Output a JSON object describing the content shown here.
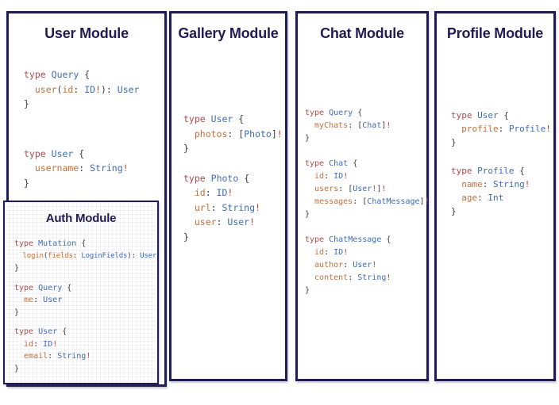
{
  "colors": {
    "navy": "#201c55",
    "keyword": "#b04a4e",
    "type_name": "#3f6cba",
    "field": "#c0713c",
    "bang": "#c44233",
    "punct": "#3d3d3d"
  },
  "panels": [
    {
      "title": "User Module",
      "blocks": [
        {
          "lines": [
            {
              "tokens": [
                [
                  "type",
                  "k"
                ],
                [
                  " ",
                  "p"
                ],
                [
                  "Query",
                  "t"
                ],
                [
                  " {",
                  "p"
                ]
              ]
            },
            {
              "tokens": [
                [
                  "  user",
                  "f"
                ],
                [
                  "(",
                  "p"
                ],
                [
                  "id",
                  "f"
                ],
                [
                  ": ",
                  "p"
                ],
                [
                  "ID",
                  "t"
                ],
                [
                  "!",
                  "b"
                ],
                [
                  "): ",
                  "p"
                ],
                [
                  "User",
                  "t"
                ]
              ]
            },
            {
              "tokens": [
                [
                  "}",
                  "p"
                ]
              ]
            }
          ]
        },
        {
          "lines": [
            {
              "tokens": [
                [
                  "type",
                  "k"
                ],
                [
                  " ",
                  "p"
                ],
                [
                  "User",
                  "t"
                ],
                [
                  " {",
                  "p"
                ]
              ]
            },
            {
              "tokens": [
                [
                  "  username",
                  "f"
                ],
                [
                  ": ",
                  "p"
                ],
                [
                  "String",
                  "t"
                ],
                [
                  "!",
                  "b"
                ]
              ]
            },
            {
              "tokens": [
                [
                  "}",
                  "p"
                ]
              ]
            }
          ]
        }
      ]
    },
    {
      "title": "Gallery Module",
      "blocks": [
        {
          "lines": [
            {
              "tokens": [
                [
                  "type",
                  "k"
                ],
                [
                  " ",
                  "p"
                ],
                [
                  "User",
                  "t"
                ],
                [
                  " {",
                  "p"
                ]
              ]
            },
            {
              "tokens": [
                [
                  "  photos",
                  "f"
                ],
                [
                  ": ",
                  "p"
                ],
                [
                  "[",
                  "p"
                ],
                [
                  "Photo",
                  "t"
                ],
                [
                  "]",
                  "p"
                ],
                [
                  "!",
                  "b"
                ]
              ]
            },
            {
              "tokens": [
                [
                  "}",
                  "p"
                ]
              ]
            }
          ]
        },
        {
          "lines": [
            {
              "tokens": [
                [
                  "type",
                  "k"
                ],
                [
                  " ",
                  "p"
                ],
                [
                  "Photo",
                  "t"
                ],
                [
                  " {",
                  "p"
                ]
              ]
            },
            {
              "tokens": [
                [
                  "  id",
                  "f"
                ],
                [
                  ": ",
                  "p"
                ],
                [
                  "ID",
                  "t"
                ],
                [
                  "!",
                  "b"
                ]
              ]
            },
            {
              "tokens": [
                [
                  "  url",
                  "f"
                ],
                [
                  ": ",
                  "p"
                ],
                [
                  "String",
                  "t"
                ],
                [
                  "!",
                  "b"
                ]
              ]
            },
            {
              "tokens": [
                [
                  "  user",
                  "f"
                ],
                [
                  ": ",
                  "p"
                ],
                [
                  "User",
                  "t"
                ],
                [
                  "!",
                  "b"
                ]
              ]
            },
            {
              "tokens": [
                [
                  "}",
                  "p"
                ]
              ]
            }
          ]
        }
      ]
    },
    {
      "title": "Chat Module",
      "blocks": [
        {
          "lines": [
            {
              "tokens": [
                [
                  "type",
                  "k"
                ],
                [
                  " ",
                  "p"
                ],
                [
                  "Query",
                  "t"
                ],
                [
                  " {",
                  "p"
                ]
              ]
            },
            {
              "tokens": [
                [
                  "  myChats",
                  "f"
                ],
                [
                  ": ",
                  "p"
                ],
                [
                  "[",
                  "p"
                ],
                [
                  "Chat",
                  "t"
                ],
                [
                  "]",
                  "p"
                ],
                [
                  "!",
                  "b"
                ]
              ]
            },
            {
              "tokens": [
                [
                  "}",
                  "p"
                ]
              ]
            }
          ]
        },
        {
          "lines": [
            {
              "tokens": [
                [
                  "type",
                  "k"
                ],
                [
                  " ",
                  "p"
                ],
                [
                  "Chat",
                  "t"
                ],
                [
                  " {",
                  "p"
                ]
              ]
            },
            {
              "tokens": [
                [
                  "  id",
                  "f"
                ],
                [
                  ": ",
                  "p"
                ],
                [
                  "ID",
                  "t"
                ],
                [
                  "!",
                  "b"
                ]
              ]
            },
            {
              "tokens": [
                [
                  "  users",
                  "f"
                ],
                [
                  ": ",
                  "p"
                ],
                [
                  "[",
                  "p"
                ],
                [
                  "User",
                  "t"
                ],
                [
                  "!",
                  "b"
                ],
                [
                  "]",
                  "p"
                ],
                [
                  "!",
                  "b"
                ]
              ]
            },
            {
              "tokens": [
                [
                  "  messages",
                  "f"
                ],
                [
                  ": ",
                  "p"
                ],
                [
                  "[",
                  "p"
                ],
                [
                  "ChatMessage",
                  "t"
                ],
                [
                  "]",
                  "p"
                ],
                [
                  "!",
                  "b"
                ]
              ]
            },
            {
              "tokens": [
                [
                  "}",
                  "p"
                ]
              ]
            }
          ]
        },
        {
          "lines": [
            {
              "tokens": [
                [
                  "type",
                  "k"
                ],
                [
                  " ",
                  "p"
                ],
                [
                  "ChatMessage",
                  "t"
                ],
                [
                  " {",
                  "p"
                ]
              ]
            },
            {
              "tokens": [
                [
                  "  id",
                  "f"
                ],
                [
                  ": ",
                  "p"
                ],
                [
                  "ID",
                  "t"
                ],
                [
                  "!",
                  "b"
                ]
              ]
            },
            {
              "tokens": [
                [
                  "  author",
                  "f"
                ],
                [
                  ": ",
                  "p"
                ],
                [
                  "User",
                  "t"
                ],
                [
                  "!",
                  "b"
                ]
              ]
            },
            {
              "tokens": [
                [
                  "  content",
                  "f"
                ],
                [
                  ": ",
                  "p"
                ],
                [
                  "String",
                  "t"
                ],
                [
                  "!",
                  "b"
                ]
              ]
            },
            {
              "tokens": [
                [
                  "}",
                  "p"
                ]
              ]
            }
          ]
        }
      ]
    },
    {
      "title": "Profile Module",
      "blocks": [
        {
          "lines": [
            {
              "tokens": [
                [
                  "type",
                  "k"
                ],
                [
                  " ",
                  "p"
                ],
                [
                  "User",
                  "t"
                ],
                [
                  " {",
                  "p"
                ]
              ]
            },
            {
              "tokens": [
                [
                  "  profile",
                  "f"
                ],
                [
                  ": ",
                  "p"
                ],
                [
                  "Profile",
                  "t"
                ],
                [
                  "!",
                  "b"
                ]
              ]
            },
            {
              "tokens": [
                [
                  "}",
                  "p"
                ]
              ]
            }
          ]
        },
        {
          "lines": [
            {
              "tokens": [
                [
                  "type",
                  "k"
                ],
                [
                  " ",
                  "p"
                ],
                [
                  "Profile",
                  "t"
                ],
                [
                  " {",
                  "p"
                ]
              ]
            },
            {
              "tokens": [
                [
                  "  name",
                  "f"
                ],
                [
                  ": ",
                  "p"
                ],
                [
                  "String",
                  "t"
                ],
                [
                  "!",
                  "b"
                ]
              ]
            },
            {
              "tokens": [
                [
                  "  age",
                  "f"
                ],
                [
                  ": ",
                  "p"
                ],
                [
                  "Int",
                  "t"
                ]
              ]
            },
            {
              "tokens": [
                [
                  "}",
                  "p"
                ]
              ]
            }
          ]
        }
      ]
    },
    {
      "title": "Auth Module",
      "blocks": [
        {
          "lines": [
            {
              "tokens": [
                [
                  "type",
                  "k"
                ],
                [
                  " ",
                  "p"
                ],
                [
                  "Mutation",
                  "t"
                ],
                [
                  " {",
                  "p"
                ]
              ]
            },
            {
              "fit": true,
              "tokens": [
                [
                  "  login",
                  "f"
                ],
                [
                  "(",
                  "p"
                ],
                [
                  "fields",
                  "f"
                ],
                [
                  ": ",
                  "p"
                ],
                [
                  "LoginFields",
                  "t"
                ],
                [
                  "): ",
                  "p"
                ],
                [
                  "User",
                  "t"
                ]
              ]
            },
            {
              "tokens": [
                [
                  "}",
                  "p"
                ]
              ]
            }
          ]
        },
        {
          "lines": [
            {
              "tokens": [
                [
                  "type",
                  "k"
                ],
                [
                  " ",
                  "p"
                ],
                [
                  "Query",
                  "t"
                ],
                [
                  " {",
                  "p"
                ]
              ]
            },
            {
              "tokens": [
                [
                  "  me",
                  "f"
                ],
                [
                  ": ",
                  "p"
                ],
                [
                  "User",
                  "t"
                ]
              ]
            },
            {
              "tokens": [
                [
                  "}",
                  "p"
                ]
              ]
            }
          ]
        },
        {
          "lines": [
            {
              "tokens": [
                [
                  "type",
                  "k"
                ],
                [
                  " ",
                  "p"
                ],
                [
                  "User",
                  "t"
                ],
                [
                  " {",
                  "p"
                ]
              ]
            },
            {
              "tokens": [
                [
                  "  id",
                  "f"
                ],
                [
                  ": ",
                  "p"
                ],
                [
                  "ID",
                  "t"
                ],
                [
                  "!",
                  "b"
                ]
              ]
            },
            {
              "tokens": [
                [
                  "  email",
                  "f"
                ],
                [
                  ": ",
                  "p"
                ],
                [
                  "String",
                  "t"
                ],
                [
                  "!",
                  "b"
                ]
              ]
            },
            {
              "tokens": [
                [
                  "}",
                  "p"
                ]
              ]
            }
          ]
        }
      ]
    }
  ]
}
